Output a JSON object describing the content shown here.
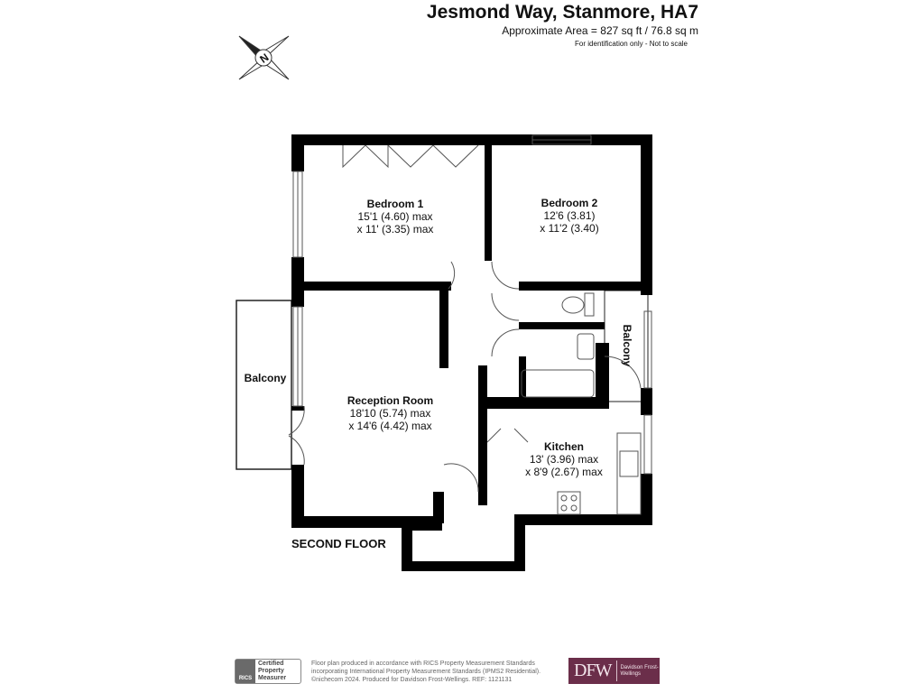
{
  "header": {
    "title": "Jesmond Way, Stanmore, HA7",
    "area": "Approximate Area = 827 sq ft / 76.8 sq m",
    "note": "For identification only - Not to scale"
  },
  "compass": {
    "label": "N"
  },
  "rooms": [
    {
      "name": "Bedroom 1",
      "dim1": "15'1 (4.60) max",
      "dim2": "x 11' (3.35) max"
    },
    {
      "name": "Bedroom 2",
      "dim1": "12'6 (3.81)",
      "dim2": "x 11'2 (3.40)"
    },
    {
      "name": "Reception Room",
      "dim1": "18'10 (5.74) max",
      "dim2": "x 14'6 (4.42) max"
    },
    {
      "name": "Kitchen",
      "dim1": "13' (3.96) max",
      "dim2": "x 8'9 (2.67) max"
    },
    {
      "name": "Balcony"
    },
    {
      "name": "Balcony"
    }
  ],
  "floor_label": "SECOND FLOOR",
  "footer": {
    "rics_logo": "RICS",
    "rics_text": [
      "Certified",
      "Property",
      "Measurer"
    ],
    "legal": "Floor plan produced in accordance with RICS Property Measurement Standards incorporating International Property Measurement Standards (IPMS2 Residential). ©nichecom 2024. Produced for Davidson Frost-Wellings.   REF: 1121131",
    "agent_logo": "DFW",
    "agent_name": "Davidson Frost-Wellings"
  }
}
